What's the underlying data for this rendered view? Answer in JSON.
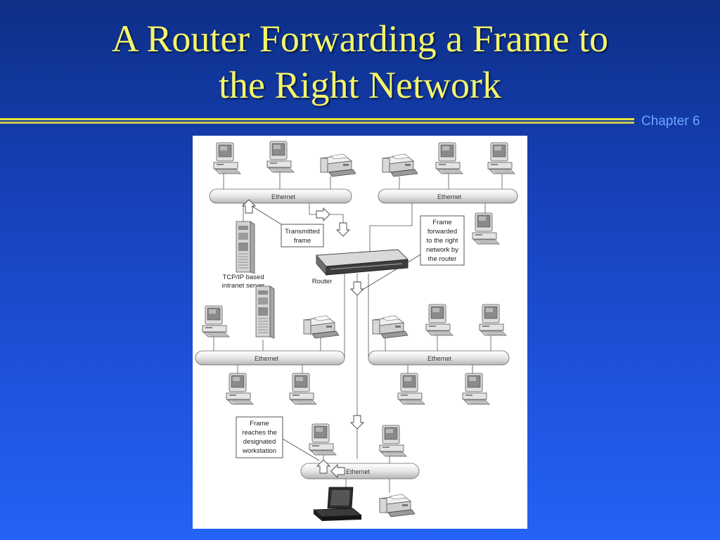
{
  "slide": {
    "title_line1": "A Router Forwarding a Frame to",
    "title_line2": "the Right Network",
    "chapter": "Chapter 6"
  },
  "colors": {
    "background_top": "#0d2f86",
    "background_bottom": "#2363f4",
    "title": "#f4f56a",
    "rule": "#e8e43a",
    "chapter": "#6ca6ff"
  },
  "diagram": {
    "ethernet_label": "Ethernet",
    "ethernet_segments": [
      "Ethernet",
      "Ethernet",
      "Ethernet",
      "Ethernet",
      "Ethernet"
    ],
    "callouts": {
      "transmitted_frame": [
        "Transmitted",
        "frame"
      ],
      "frame_forwarded": [
        "Frame",
        "forwarded",
        "to the right",
        "network by",
        "the router"
      ],
      "frame_reaches": [
        "Frame",
        "reaches the",
        "designated",
        "workstation"
      ]
    },
    "server_label": [
      "TCP/IP based",
      "intranet server"
    ],
    "router_label": "Router",
    "icons": [
      "workstation-icon",
      "printer-icon",
      "server-icon",
      "router-icon",
      "laptop-icon",
      "frame-arrow-icon"
    ]
  }
}
